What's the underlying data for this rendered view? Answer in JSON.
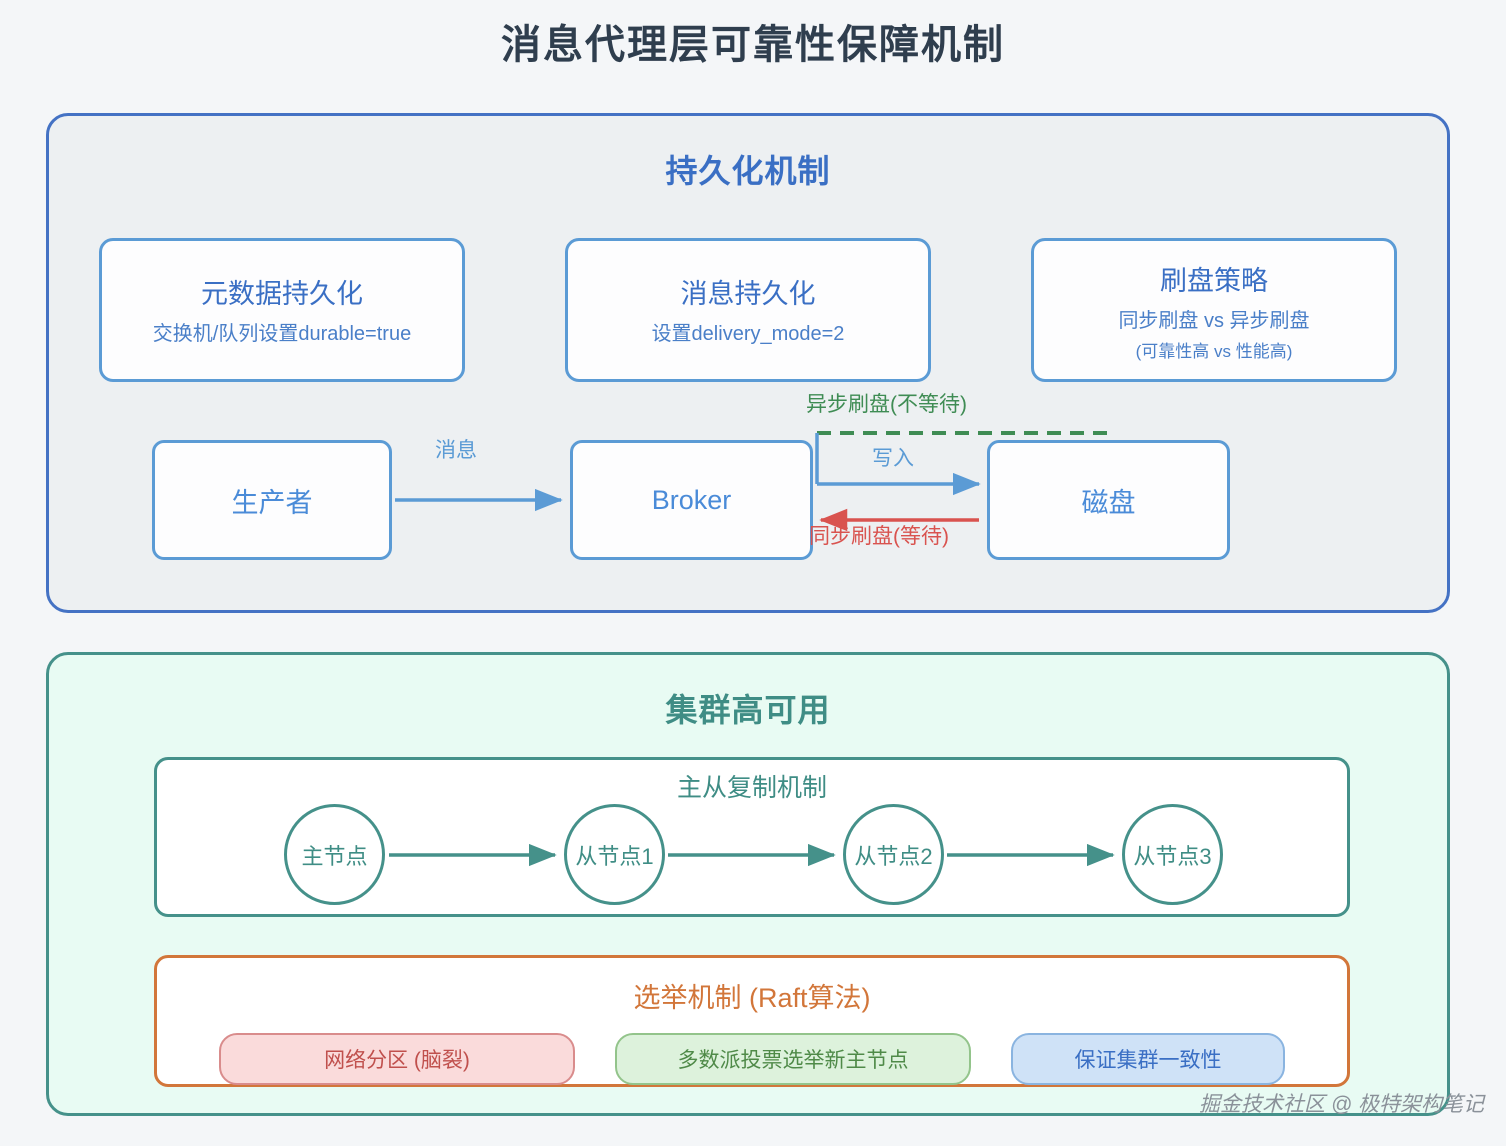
{
  "page": {
    "title": "消息代理层可靠性保障机制",
    "watermark": "掘金技术社区 @ 极特架构笔记",
    "bg_color": "#f4f6f8"
  },
  "persistence": {
    "title": "持久化机制",
    "accent_color": "#4472c4",
    "panel_bg": "#edf0f2",
    "cards": [
      {
        "title": "元数据持久化",
        "sub": "交换机/队列设置durable=true",
        "sub2": ""
      },
      {
        "title": "消息持久化",
        "sub": "设置delivery_mode=2",
        "sub2": ""
      },
      {
        "title": "刷盘策略",
        "sub": "同步刷盘 vs 异步刷盘",
        "sub2": "(可靠性高 vs 性能高)"
      }
    ],
    "flow": {
      "nodes": [
        {
          "label": "生产者"
        },
        {
          "label": "Broker"
        },
        {
          "label": "磁盘"
        }
      ],
      "edges": [
        {
          "label": "消息",
          "color": "#5b9bd5",
          "style": "solid",
          "from": "生产者",
          "to": "Broker"
        },
        {
          "label": "写入",
          "color": "#5b9bd5",
          "style": "solid",
          "from": "Broker",
          "to": "磁盘"
        },
        {
          "label": "异步刷盘(不等待)",
          "color": "#3f8c54",
          "style": "dashed",
          "from": "Broker",
          "to": "磁盘"
        },
        {
          "label": "同步刷盘(等待)",
          "color": "#d9534f",
          "style": "solid",
          "from": "磁盘",
          "to": "Broker"
        }
      ]
    }
  },
  "cluster": {
    "title": "集群高可用",
    "accent_color": "#45918a",
    "panel_bg": "#e8fbf3",
    "replication": {
      "title": "主从复制机制",
      "nodes": [
        "主节点",
        "从节点1",
        "从节点2",
        "从节点3"
      ]
    },
    "election": {
      "title": "选举机制 (Raft算法)",
      "accent_color": "#d2763a",
      "pills": [
        {
          "label": "网络分区 (脑裂)",
          "color": "#c0504d"
        },
        {
          "label": "多数派投票选举新主节点",
          "color": "#4f8a48"
        },
        {
          "label": "保证集群一致性",
          "color": "#3a6fc4"
        }
      ]
    }
  }
}
